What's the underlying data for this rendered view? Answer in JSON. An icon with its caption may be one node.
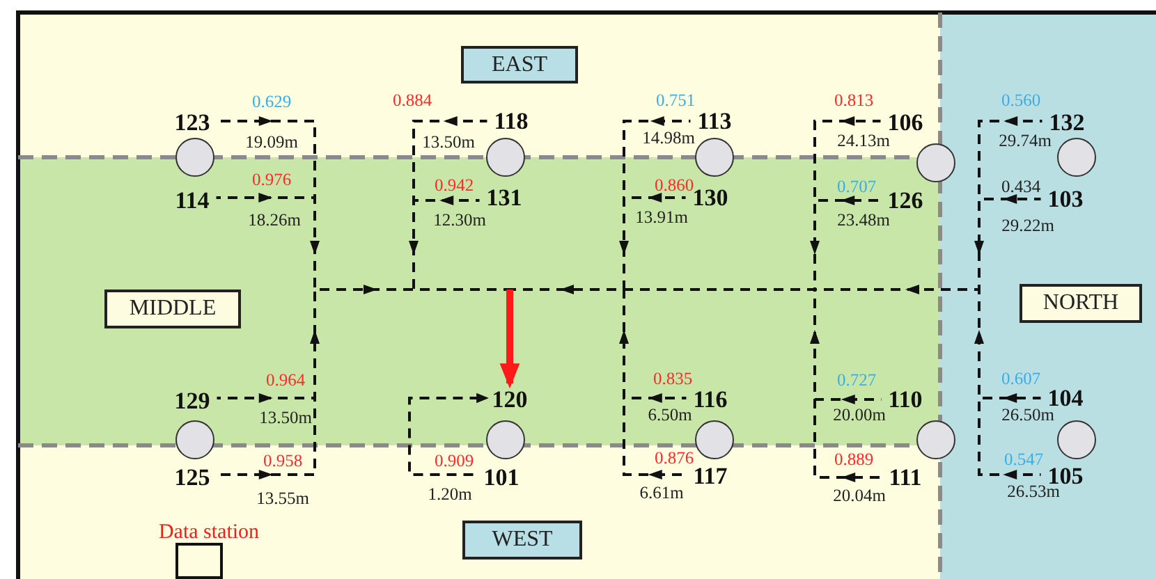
{
  "diagram": {
    "nodes": [
      {
        "text": [
          "EAST"
        ]
      },
      {
        "text": [
          "MIDDLE"
        ]
      },
      {
        "text": [
          "NORTH"
        ]
      },
      {
        "text": [
          "WEST"
        ]
      },
      {
        "text": [
          "123"
        ],
        "beside": [
          "0.629",
          "19.09m"
        ]
      },
      {
        "text": [
          "118"
        ]
      },
      {
        "text": [
          "113"
        ],
        "beside": [
          "0.751",
          "14.98m"
        ]
      },
      {
        "text": [
          "106"
        ],
        "beside": [
          "0.813",
          "24.13m"
        ]
      },
      {
        "text": [
          "132"
        ],
        "beside": [
          "0.560",
          "29.74m"
        ]
      },
      {
        "text": [
          "114"
        ],
        "beside": [
          "0.976",
          "18.26m"
        ]
      },
      {
        "text": [
          "131"
        ],
        "beside": [
          "0.942",
          "12.30m"
        ]
      },
      {
        "text": [
          "130"
        ],
        "beside": [
          "0.860",
          "13.91m"
        ]
      },
      {
        "text": [
          "126"
        ],
        "beside": [
          "0.707",
          "23.48m"
        ]
      },
      {
        "text": [
          "103"
        ],
        "beside": [
          "0.434",
          "29.22m"
        ]
      },
      {
        "text": [
          "129"
        ],
        "beside": [
          "0.964",
          "13.50m"
        ]
      },
      {
        "text": [
          "120"
        ]
      },
      {
        "text": [
          "116"
        ],
        "beside": [
          "0.835",
          "6.50m"
        ]
      },
      {
        "text": [
          "110"
        ],
        "beside": [
          "0.727",
          "20.00m"
        ]
      },
      {
        "text": [
          "104"
        ],
        "beside": [
          "0.607",
          "26.50m"
        ]
      },
      {
        "text": [
          "125"
        ],
        "beside": [
          "0.958",
          "13.55m"
        ]
      },
      {
        "text": [
          "101"
        ],
        "beside": [
          "0.909",
          "1.20m"
        ]
      },
      {
        "text": [
          "117"
        ],
        "beside": [
          "0.876",
          "6.61m"
        ]
      },
      {
        "text": [
          "111"
        ],
        "beside": [
          "0.889",
          "20.04m"
        ]
      },
      {
        "text": [
          "105"
        ],
        "beside": [
          "0.547",
          "26.53m"
        ]
      },
      {
        "text": [
          "Data station"
        ]
      },
      {
        "text": [],
        "shape": "circle"
      },
      {
        "text": [],
        "shape": "circle"
      },
      {
        "text": [],
        "shape": "circle"
      },
      {
        "text": [],
        "shape": "circle"
      },
      {
        "text": [],
        "shape": "circle"
      },
      {
        "text": [],
        "shape": "circle"
      },
      {
        "text": [],
        "shape": "circle"
      },
      {
        "text": [],
        "shape": "circle"
      },
      {
        "text": [],
        "shape": "circle"
      },
      {
        "text": [],
        "shape": "circle"
      }
    ],
    "edges": [
      {
        "from": 4,
        "to": 15,
        "arrow": "to",
        "style": "dashed"
      },
      {
        "from": 5,
        "to": 15,
        "arrow": "to",
        "style": "dashed"
      },
      {
        "from": 6,
        "to": 15,
        "arrow": "to",
        "style": "dashed"
      },
      {
        "from": 7,
        "to": 15,
        "arrow": "to",
        "style": "dashed"
      },
      {
        "from": 8,
        "to": 15,
        "arrow": "to",
        "style": "dashed"
      },
      {
        "from": 9,
        "to": 15,
        "arrow": "to",
        "style": "dashed"
      },
      {
        "from": 10,
        "to": 15,
        "arrow": "to",
        "style": "dashed"
      },
      {
        "from": 11,
        "to": 15,
        "arrow": "to",
        "style": "dashed"
      },
      {
        "from": 12,
        "to": 15,
        "arrow": "to",
        "style": "dashed"
      },
      {
        "from": 13,
        "to": 15,
        "arrow": "to",
        "style": "dashed"
      },
      {
        "from": 14,
        "to": 15,
        "arrow": "to",
        "style": "dashed"
      },
      {
        "from": 16,
        "to": 15,
        "arrow": "to",
        "style": "dashed"
      },
      {
        "from": 17,
        "to": 15,
        "arrow": "to",
        "style": "dashed"
      },
      {
        "from": 18,
        "to": 15,
        "arrow": "to",
        "style": "dashed"
      },
      {
        "from": 19,
        "to": 15,
        "arrow": "to",
        "style": "dashed"
      },
      {
        "from": 20,
        "to": 15,
        "arrow": "to",
        "style": "dashed"
      },
      {
        "from": 21,
        "to": 15,
        "arrow": "to",
        "style": "dashed"
      },
      {
        "from": 22,
        "to": 15,
        "arrow": "to",
        "style": "dashed"
      },
      {
        "from": 23,
        "to": 15,
        "arrow": "to",
        "style": "dashed"
      },
      {
        "from": null,
        "to": 15,
        "arrow": "to",
        "style": "thick",
        "color": "#ff1a1a"
      }
    ],
    "labels": [
      "0.884",
      "13.50m"
    ]
  }
}
